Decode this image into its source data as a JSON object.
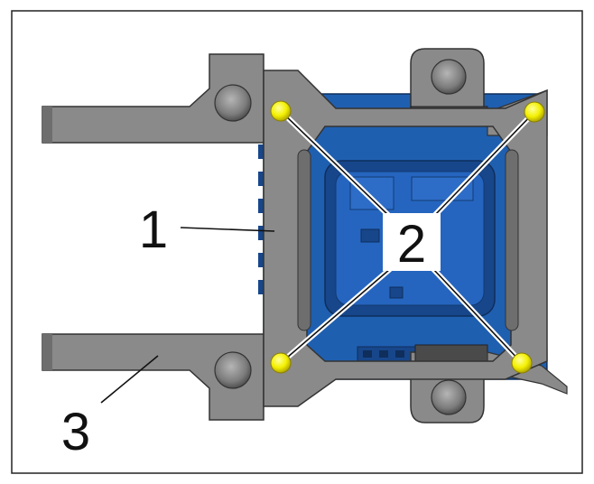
{
  "callouts": [
    {
      "id": "1",
      "label": "1"
    },
    {
      "id": "2",
      "label": "2"
    },
    {
      "id": "3",
      "label": "3"
    }
  ],
  "colors": {
    "bracket": "#8a8a8a",
    "bracket_shade": "#6e6e6e",
    "bracket_dark": "#4a4a4a",
    "module": "#1f5fb0",
    "module_dark": "#17468a",
    "module_light": "#3a7ad0",
    "fastener": "#f3f000",
    "frame": "#222222"
  },
  "icons": {
    "fastener": "yellow-bolt-icon",
    "bolt": "bolt-head-icon"
  }
}
